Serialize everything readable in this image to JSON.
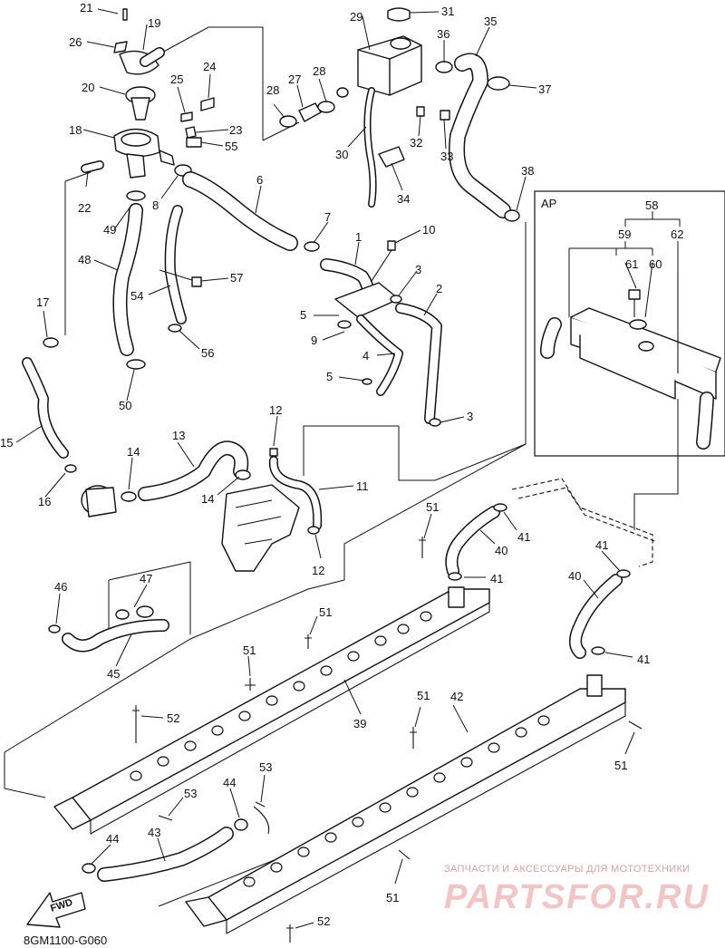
{
  "diagram_code": "8GM1100-G060",
  "inset_label": "AP",
  "fwd_label": "FWD",
  "watermark": {
    "line1": "ЗАПЧАСТИ И АКСЕССУАРЫ ДЛЯ МОТОТЕХНИКИ",
    "brand": "PARTSFOR.RU"
  },
  "callouts": [
    {
      "id": "c21",
      "text": "21"
    },
    {
      "id": "c19",
      "text": "19"
    },
    {
      "id": "c26",
      "text": "26"
    },
    {
      "id": "c24",
      "text": "24"
    },
    {
      "id": "c20",
      "text": "20"
    },
    {
      "id": "c25",
      "text": "25"
    },
    {
      "id": "c18",
      "text": "18"
    },
    {
      "id": "c23",
      "text": "23"
    },
    {
      "id": "c55",
      "text": "55"
    },
    {
      "id": "c22",
      "text": "22"
    },
    {
      "id": "c8",
      "text": "8"
    },
    {
      "id": "c6",
      "text": "6"
    },
    {
      "id": "c49",
      "text": "49"
    },
    {
      "id": "c48",
      "text": "48"
    },
    {
      "id": "c29",
      "text": "29"
    },
    {
      "id": "c31",
      "text": "31"
    },
    {
      "id": "c36",
      "text": "36"
    },
    {
      "id": "c35",
      "text": "35"
    },
    {
      "id": "c28a",
      "text": "28"
    },
    {
      "id": "c27",
      "text": "27"
    },
    {
      "id": "c28b",
      "text": "28"
    },
    {
      "id": "c37",
      "text": "37"
    },
    {
      "id": "c30",
      "text": "30"
    },
    {
      "id": "c32",
      "text": "32"
    },
    {
      "id": "c33",
      "text": "33"
    },
    {
      "id": "c34",
      "text": "34"
    },
    {
      "id": "c38",
      "text": "38"
    },
    {
      "id": "c7",
      "text": "7"
    },
    {
      "id": "c1",
      "text": "1"
    },
    {
      "id": "c10",
      "text": "10"
    },
    {
      "id": "c3a",
      "text": "3"
    },
    {
      "id": "c2",
      "text": "2"
    },
    {
      "id": "c57",
      "text": "57"
    },
    {
      "id": "c54",
      "text": "54"
    },
    {
      "id": "c5a",
      "text": "5"
    },
    {
      "id": "c9",
      "text": "9"
    },
    {
      "id": "c4",
      "text": "4"
    },
    {
      "id": "c5b",
      "text": "5"
    },
    {
      "id": "c3b",
      "text": "3"
    },
    {
      "id": "c17",
      "text": "17"
    },
    {
      "id": "c56",
      "text": "56"
    },
    {
      "id": "c50",
      "text": "50"
    },
    {
      "id": "c15",
      "text": "15"
    },
    {
      "id": "c16",
      "text": "16"
    },
    {
      "id": "c14a",
      "text": "14"
    },
    {
      "id": "c13",
      "text": "13"
    },
    {
      "id": "c14b",
      "text": "14"
    },
    {
      "id": "c12a",
      "text": "12"
    },
    {
      "id": "c11",
      "text": "11"
    },
    {
      "id": "c12b",
      "text": "12"
    },
    {
      "id": "c58",
      "text": "58"
    },
    {
      "id": "c59",
      "text": "59"
    },
    {
      "id": "c62",
      "text": "62"
    },
    {
      "id": "c61",
      "text": "61"
    },
    {
      "id": "c60",
      "text": "60"
    },
    {
      "id": "c51a",
      "text": "51"
    },
    {
      "id": "c41a",
      "text": "41"
    },
    {
      "id": "c40a",
      "text": "40"
    },
    {
      "id": "c41b",
      "text": "41"
    },
    {
      "id": "c41c",
      "text": "41"
    },
    {
      "id": "c40b",
      "text": "40"
    },
    {
      "id": "c41d",
      "text": "41"
    },
    {
      "id": "c46",
      "text": "46"
    },
    {
      "id": "c47",
      "text": "47"
    },
    {
      "id": "c45",
      "text": "45"
    },
    {
      "id": "c51b",
      "text": "51"
    },
    {
      "id": "c51c",
      "text": "51"
    },
    {
      "id": "c39",
      "text": "39"
    },
    {
      "id": "c52a",
      "text": "52"
    },
    {
      "id": "c51d",
      "text": "51"
    },
    {
      "id": "c42",
      "text": "42"
    },
    {
      "id": "c51e",
      "text": "51"
    },
    {
      "id": "c44a",
      "text": "44"
    },
    {
      "id": "c53a",
      "text": "53"
    },
    {
      "id": "c53b",
      "text": "53"
    },
    {
      "id": "c43",
      "text": "43"
    },
    {
      "id": "c44b",
      "text": "44"
    },
    {
      "id": "c51f",
      "text": "51"
    },
    {
      "id": "c52b",
      "text": "52"
    }
  ]
}
